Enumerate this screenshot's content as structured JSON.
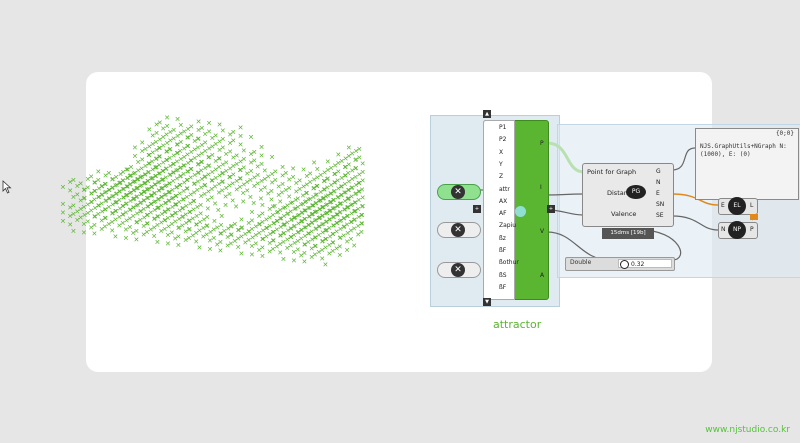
{
  "brand": {
    "watermark": "www.njstudio.co.kr",
    "accent": "#5ab531"
  },
  "python_component": {
    "title": "attractor",
    "inputs": [
      "P1",
      "P2",
      "X",
      "Y",
      "Z",
      "attr",
      "AX",
      "AF",
      "Zapiu",
      "ßz",
      "ßF",
      "ßothur",
      "ßS",
      "ßF"
    ],
    "outputs": [
      "P",
      "I",
      "V",
      "A"
    ]
  },
  "toggles": [
    {
      "state": "active",
      "icon": "close-x-icon"
    },
    {
      "state": "inactive",
      "icon": "close-x-icon"
    },
    {
      "state": "inactive",
      "icon": "close-x-icon"
    }
  ],
  "point_for_graph": {
    "title": "Point for Graph",
    "inputs": [
      "Point for Graph",
      "Distance",
      "Valence"
    ],
    "badge": "PG",
    "outputs": [
      "G",
      "N",
      "E",
      "SN",
      "SE"
    ],
    "info": "15dms [19b]"
  },
  "panel": {
    "header": "{0;0}",
    "text": "NJS.GraphUtils+NGraph N: (1000), E: (0)"
  },
  "el_comp": {
    "badge": "EL",
    "input": "E",
    "output": "L"
  },
  "np_comp": {
    "badge": "NP",
    "input": "N",
    "output": "P"
  },
  "slider": {
    "label": "Double",
    "value": "0.32"
  }
}
